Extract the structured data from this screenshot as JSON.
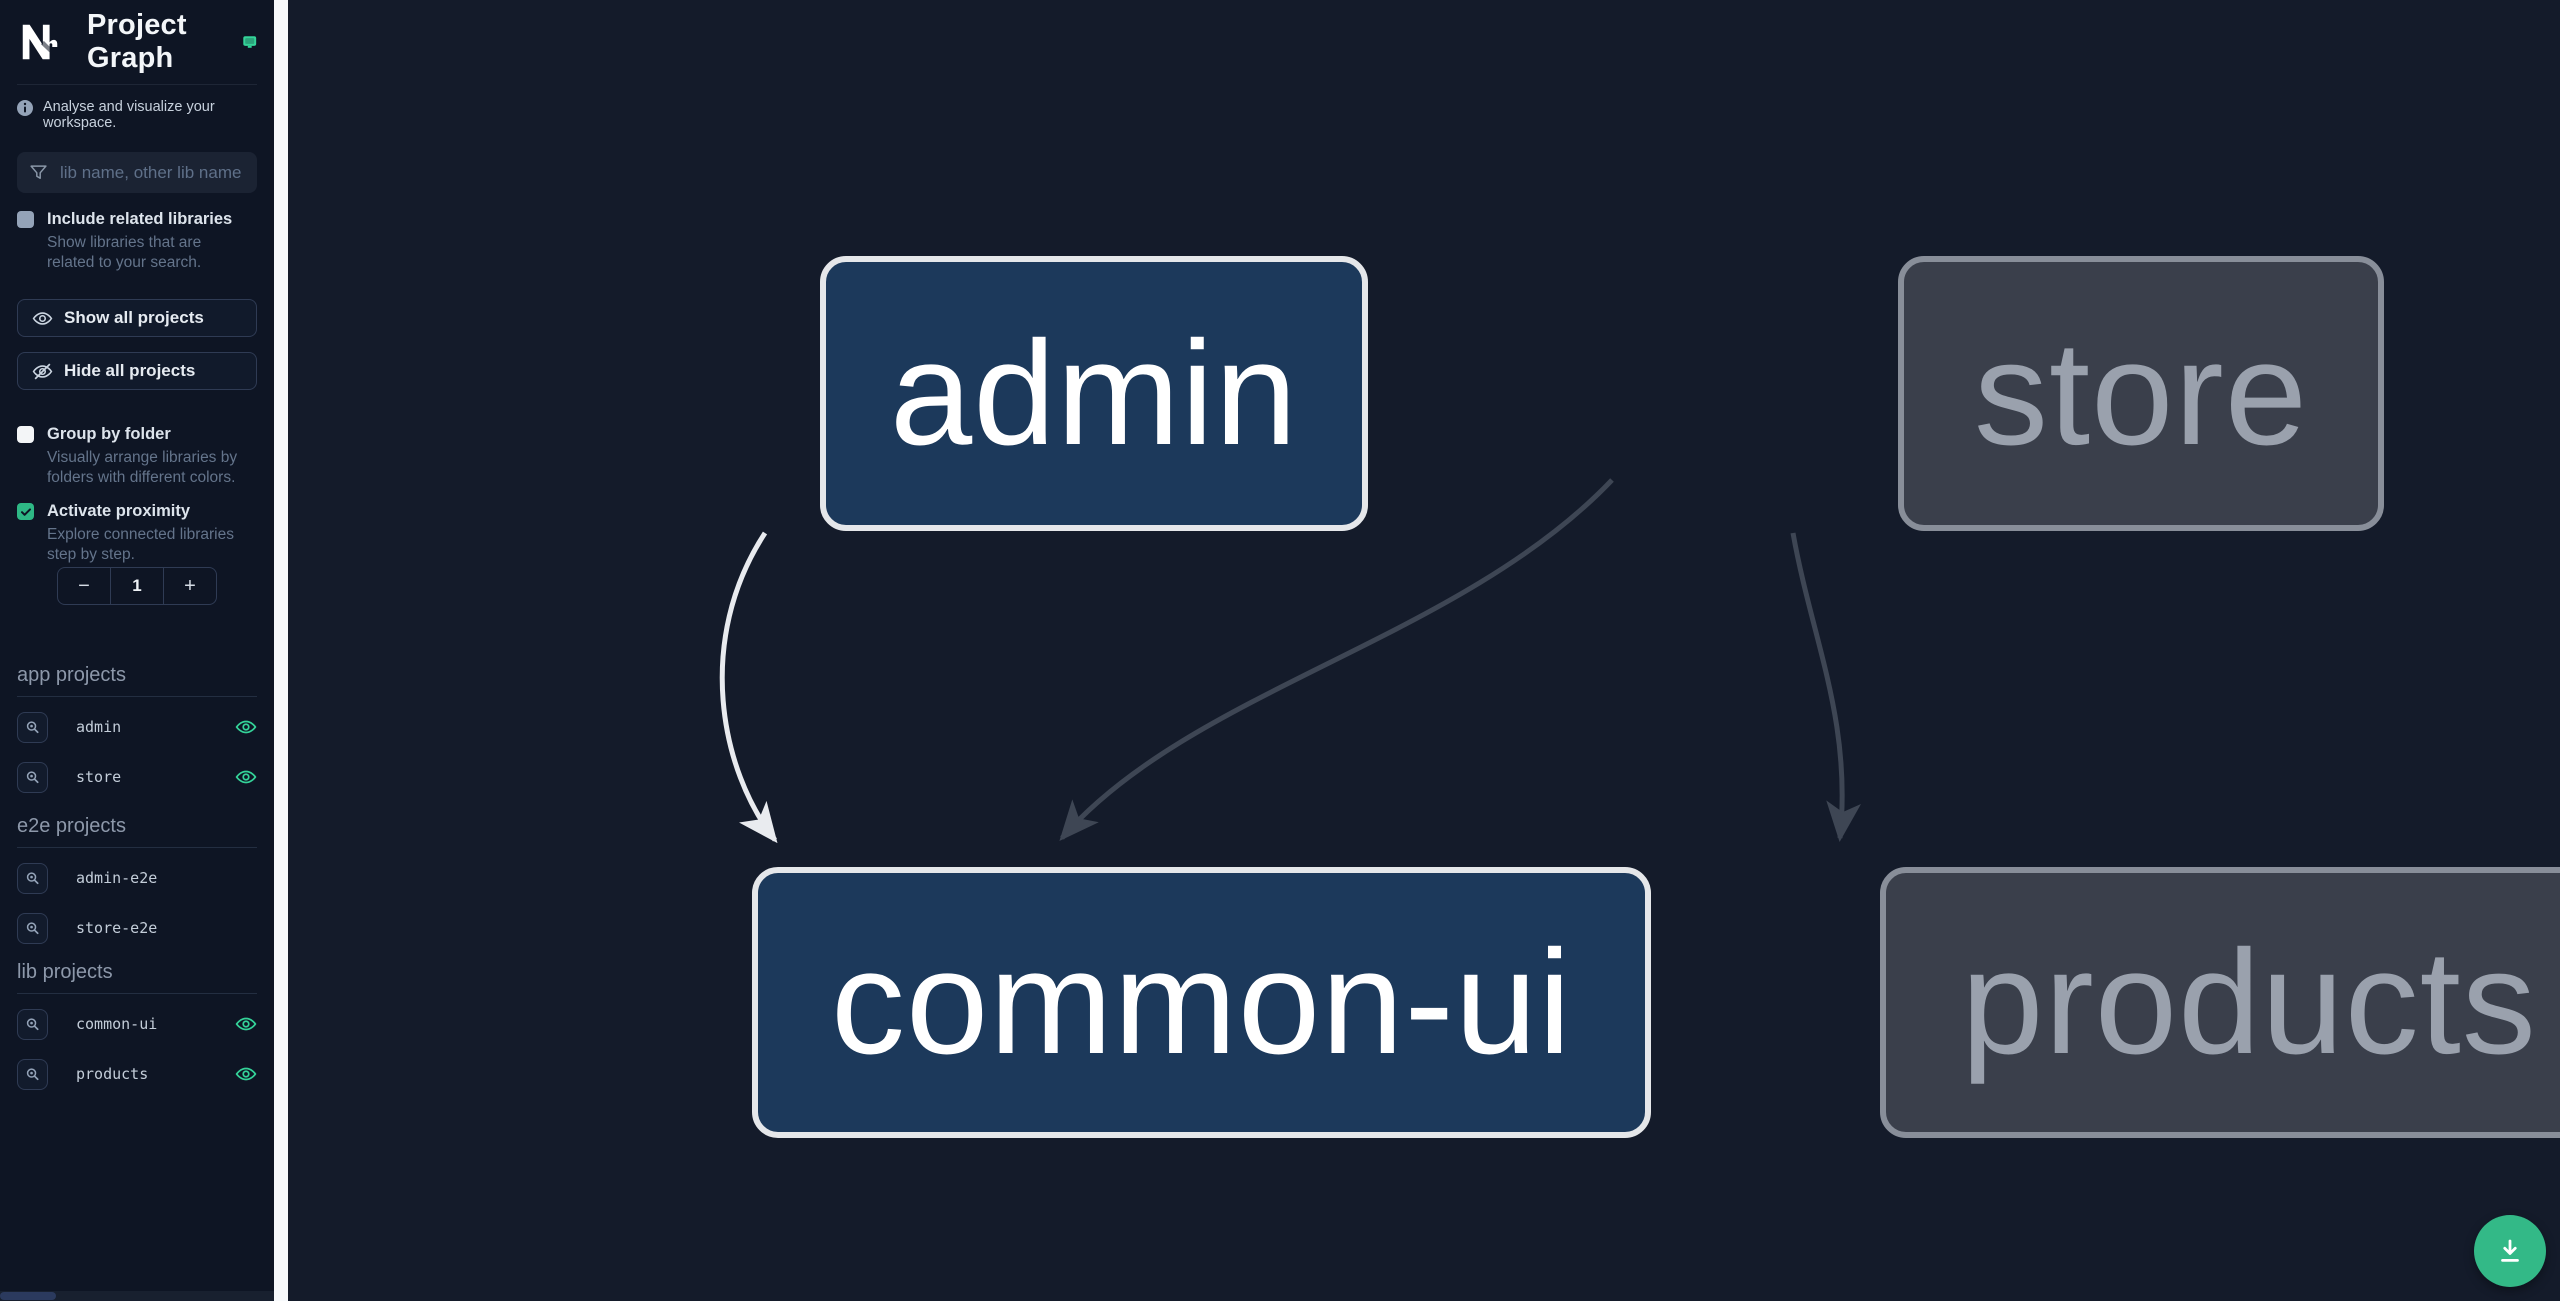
{
  "header": {
    "title": "Project Graph",
    "logo": "nx-logo",
    "connected_icon": "monitor-icon"
  },
  "sidebar": {
    "tagline": "Analyse and visualize your workspace.",
    "search": {
      "placeholder": "lib name, other lib name"
    },
    "options": [
      {
        "label": "Include related libraries",
        "description": "Show libraries that are related to your search.",
        "checked": false
      },
      {
        "label": "Group by folder",
        "description": "Visually arrange libraries by folders with different colors.",
        "checked": false
      },
      {
        "label": "Activate proximity",
        "description": "Explore connected libraries step by step.",
        "checked": true
      }
    ],
    "buttons": {
      "show_all": "Show all projects",
      "hide_all": "Hide all projects"
    },
    "proximity_stepper": {
      "decrement": "−",
      "value": "1",
      "increment": "+"
    },
    "sections": [
      {
        "title": "app projects",
        "items": [
          {
            "name": "admin",
            "visible": true
          },
          {
            "name": "store",
            "visible": true
          }
        ]
      },
      {
        "title": "e2e projects",
        "items": [
          {
            "name": "admin-e2e",
            "visible": false
          },
          {
            "name": "store-e2e",
            "visible": false
          }
        ]
      },
      {
        "title": "lib projects",
        "items": [
          {
            "name": "common-ui",
            "visible": true
          },
          {
            "name": "products",
            "visible": true
          }
        ]
      }
    ]
  },
  "graph": {
    "nodes": [
      {
        "label": "admin",
        "state": "focused"
      },
      {
        "label": "store",
        "state": "dimmed"
      },
      {
        "label": "common-ui",
        "state": "focused"
      },
      {
        "label": "products",
        "state": "dimmed"
      }
    ],
    "edges": [
      {
        "from": "admin",
        "to": "common-ui",
        "style": "highlighted"
      },
      {
        "from": "store",
        "to": "common-ui",
        "style": "dimmed"
      },
      {
        "from": "store",
        "to": "products",
        "style": "dimmed"
      }
    ]
  },
  "fab": {
    "action": "download-graph-image"
  },
  "colors": {
    "accent_green": "#34d399",
    "checkbox_green": "#2eb885",
    "fab_green": "#33b987",
    "sidebar_bg": "#0e1524",
    "canvas_bg": "#141b2a",
    "node_focused_fill": "#1c395b",
    "node_focused_border": "#e5e7ea",
    "node_dimmed_fill": "#3a3f4b",
    "node_dimmed_border": "#888e99",
    "edge_highlighted": "#e9ebef",
    "edge_dimmed": "#3e4654"
  }
}
